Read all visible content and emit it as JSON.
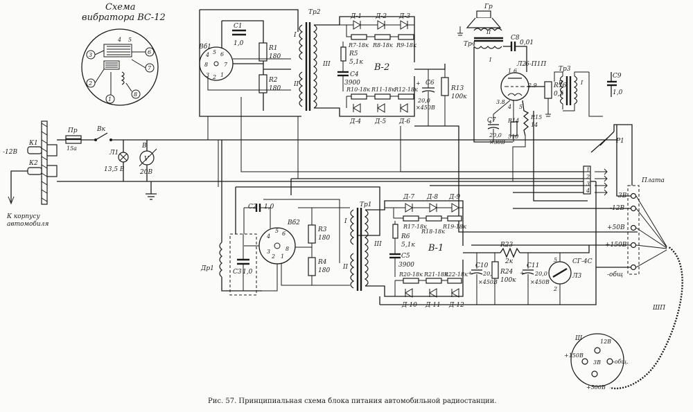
{
  "caption": "Рис. 57. Принципиальная схема блока питания автомобильной радиостанции.",
  "vibrator_schema": {
    "title_line1": "Схема",
    "title_line2": "вибратора ВС-12",
    "pins": [
      "1",
      "2",
      "3",
      "4",
      "5",
      "6",
      "7",
      "8"
    ]
  },
  "input": {
    "voltage": "-12В",
    "k1": "К1",
    "k2": "К2",
    "ground_note_line1": "К корпусу",
    "ground_note_line2": "автомобиля",
    "fuse": "Пр",
    "fuse_value": "15а",
    "switch": "Вк",
    "lamp": "Л1",
    "lamp_value": "13,5 В",
    "voltmeter_letter": "В",
    "voltmeter_symbol": "V",
    "voltmeter_value": "20В"
  },
  "block_b2": {
    "label": "В-2",
    "transformer": "Тр2",
    "vibrator": "Вб1",
    "winding_I": "I",
    "winding_II": "II",
    "winding_III": "III",
    "c1": "С1",
    "c1_value": "1,0",
    "r1": "R1",
    "r1_value": "180",
    "r2": "R2",
    "r2_value": "180",
    "vib_pins_top": [
      "4",
      "5",
      "6"
    ],
    "vib_pins_mid": [
      "8",
      "7"
    ],
    "vib_pins_bot": [
      "3",
      "2",
      "1"
    ],
    "diodes_top": [
      "Д-1",
      "Д-2",
      "Д-3"
    ],
    "diodes_bottom": [
      "Д-4",
      "Д-5",
      "Д-6"
    ],
    "r7": "R7-18к",
    "r8": "R8-18к",
    "r9": "R9-18к",
    "r10": "R10-18к",
    "r11": "R11-18к",
    "r12": "R12-18к",
    "r5": "R5",
    "r5_value": "5,1к",
    "c4": "С4",
    "c4_value": "3900",
    "c6": "С6",
    "c6_value_line1": "20,0",
    "c6_value_line2": "×450В",
    "r13": "R13",
    "r13_value": "100к"
  },
  "output_stage": {
    "speaker": "Гр",
    "tr4": "Тр4",
    "tr4_w2": "II",
    "tr4_w1": "I",
    "c8": "С8",
    "c8_value": "0,01",
    "tube": "Л2",
    "tube_type": "6-П1П",
    "pin_1": "1",
    "pin_6": "6",
    "pin_29": "2.9",
    "pin_38": "3.8",
    "pin_4": "4",
    "pin_5": "5",
    "c7": "С7",
    "c7_value_line1": "20,0",
    "c7_value_line2": "×30В",
    "r14": "R14",
    "r14_value": "510",
    "r15": "R15",
    "r15_value": "14",
    "r16": "R16",
    "r16_value": "0,5",
    "tr3": "Тр3",
    "tr3_w2": "II",
    "tr3_w1": "I",
    "c9": "С9",
    "c9_value": "1,0",
    "relay": "Р1"
  },
  "block_b1": {
    "label": "В-1",
    "transformer": "Тр1",
    "vibrator": "Вб2",
    "winding_I": "I",
    "winding_II": "II",
    "winding_III": "III",
    "c2": "С2",
    "c2_value": "1,0",
    "c3": "С3",
    "c3_value": "1,0",
    "choke": "Др1",
    "r3": "R3",
    "r3_value": "180",
    "r4": "R4",
    "r4_value": "180",
    "vib_pins_top": [
      "4",
      "5",
      "6"
    ],
    "vib_pins_mid": [
      "8"
    ],
    "vib_pins_bot": [
      "3",
      "2",
      "1"
    ],
    "diodes_top": [
      "Д-7",
      "Д-8",
      "Д-9"
    ],
    "diodes_bottom": [
      "Д-10",
      "Д-11",
      "Д-12"
    ],
    "r17": "R17-18к",
    "r18": "R18-18к",
    "r19": "R19-18к",
    "r20": "R20-18к",
    "r21": "R21-18к",
    "r22": "R22-18к",
    "r6": "R6",
    "r6_value": "5,1к",
    "c5": "С5",
    "c5_value": "3900",
    "c10": "С10",
    "c10_value_line1": "20,0",
    "c10_value_line2": "×450В",
    "r24": "R24",
    "r24_value": "100к",
    "r23": "R23",
    "r23_value": "2к",
    "c11": "С11",
    "c11_value_line1": "20,0",
    "c11_value_line2": "×450В",
    "stabilizer": "СГ-4С",
    "stabilizer_ref": "Л3",
    "stab_pin_5": "5",
    "stab_pin_2": "2"
  },
  "terminals": {
    "board_label": "Плата",
    "connector_pins": [
      "1",
      "2",
      "3",
      "4"
    ],
    "rows": [
      "3В",
      "-12В",
      "+50В",
      "+150В",
      "-общ"
    ],
    "cable": "ШП",
    "plug": "Ш",
    "plug_labels": [
      "12В",
      "+150В",
      "3В",
      "-общ.",
      "+500В"
    ]
  }
}
